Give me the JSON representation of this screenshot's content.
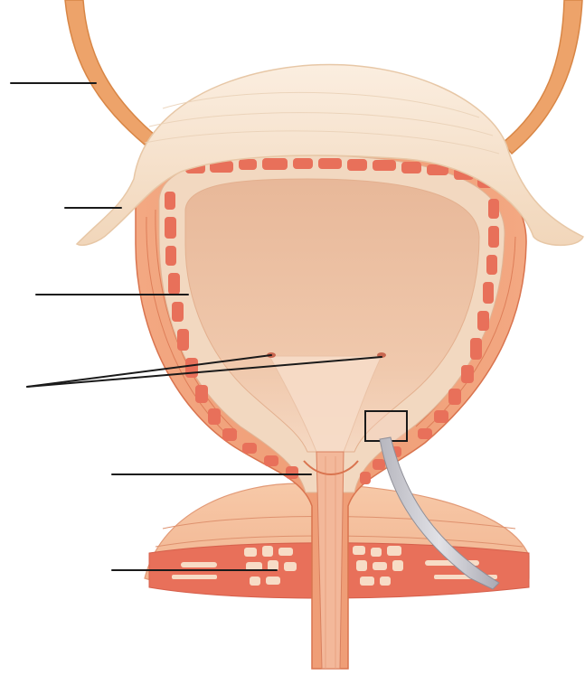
{
  "figure": {
    "colors": {
      "background": "#ffffff",
      "ureter": "#eda36a",
      "ureter_edge": "#d88646",
      "peritoneum": "#f7e2cc",
      "peritoneum_edge": "#e7c7a6",
      "detrusor_muscle": "#f0a07a",
      "muscle_fiber": "#d9744f",
      "mucosa": "#f2d8c0",
      "submucosa_blocks": "#e8705a",
      "lumen": "#eec2a4",
      "urethra": "#f3b89a",
      "sphincter_band": "#f4c1a0",
      "label_leader": "#1a1a1a",
      "highlight_box": "#1a1a1a",
      "instrument": "#c9c9cf"
    },
    "label_leaders": [
      {
        "id": "ureter"
      },
      {
        "id": "peritoneum"
      },
      {
        "id": "detrusor-muscle"
      },
      {
        "id": "ureteric-orifices"
      },
      {
        "id": "internal-urethral-sphincter"
      },
      {
        "id": "external-urethral-sphincter"
      }
    ]
  }
}
